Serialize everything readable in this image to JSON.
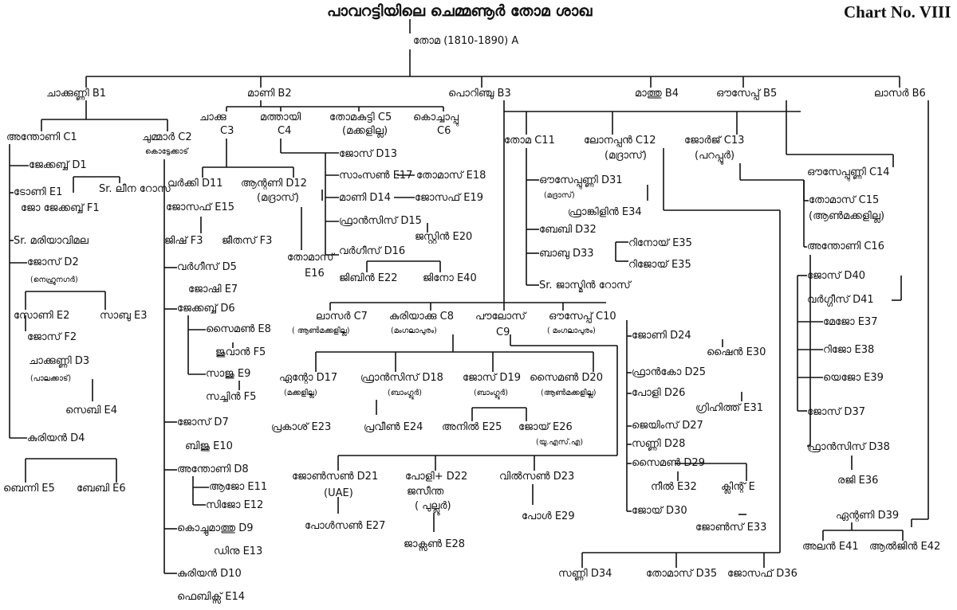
{
  "title": "പാവറട്ടിയിലെ ചെമ്മണൂർ തോമ ശാഖ",
  "chart_number": "Chart No. VIII",
  "nodes": {
    "root": "തോമ (1810-1890) A",
    "b1": "ചാക്കുണ്ണി B1",
    "b2": "മാണി B2",
    "b3": "പൊറിഞ്ചു B3",
    "b4": "മാത്തു B4",
    "b5": "ഔസേപ്പ് B5",
    "b6": "ലാസർ B6",
    "c1": "അന്തോണി C1",
    "c2": "ചുമ്മാർ C2",
    "c2_note": "കൊട്ടേക്കാട്",
    "c3a": "ചാക്കു",
    "c3b": "C3",
    "c4a": "മത്തായി",
    "c4b": "C4",
    "c5": "തോമകുട്ടി C5",
    "c5_note": "(മക്കളില്ല)",
    "c6a": "കൊച്ചാപ്പു",
    "c6b": "C6",
    "c11": "തോമ C11",
    "c12": "ലോനപ്പൻ C12",
    "c12_note": "(മദ്രാസ്)",
    "c13": "ജോർജ് C13",
    "c13_note": "(പറപ്പൂർ)",
    "d1": "ജേക്കബ്ബ് D1",
    "e1": "ടോണി E1",
    "e1b": "Sr. ലീന റോസ്",
    "f1": "ജോ ജേക്കബ്ബ് F1",
    "sr_mariya": "Sr. മരിയാവിമല",
    "d2": "ജോസ് D2",
    "d2_note": "(നെഹ്രുനഗർ)",
    "e2": "സോണി E2",
    "e3": "സാബു E3",
    "f2": "ജോസ് F2",
    "d3": "ചാക്കുണ്ണി D3",
    "d3_note": "(പാലക്കാട്)",
    "e4": "സെബി E4",
    "d4": "കുരിയൻ D4",
    "e5": "ബെന്നി E5",
    "e6": "ബേബി E6",
    "d11": "വർക്കി D11",
    "d12": "ആന്റണി D12",
    "d12_note": "(മദ്രാസ്)",
    "e15": "ജോസഫ് E15",
    "f3a": "ജിഷ് F3",
    "f3b": "ജീതസ് F3",
    "e16a": "തോമാസ്",
    "e16b": "E16",
    "d5": "വർഗീസ് D5",
    "e7": "ജോഷി E7",
    "d6": "ജേക്കബ്ബ് D6",
    "e8": "സൈമൺ E8",
    "f5a": "ജുവാൻ F5",
    "e9": "സാജു E9",
    "f5b": "സച്ചിൻ F5",
    "d7": "ജോസ് D7",
    "e10": "ബിജു E10",
    "d8": "അന്തോണി D8",
    "e11": "ആജോ E11",
    "e12": "സിജോ E12",
    "d9": "കൊച്ചുമാത്തു D9",
    "e13": "ഡിനു E13",
    "d10": "കുരിയൻ D10",
    "e14": "ഫെബിക്സ് E14",
    "d13": "ജോസ് D13",
    "e17": "സാംസൺ E17",
    "e18": "തോമാസ് E18",
    "d14": "മാണി D14",
    "e19": "ജോസഫ് E19",
    "d15": "ഫ്രാൻസിസ് D15",
    "e20": "ജസ്റ്റിൻ E20",
    "d16": "വർഗീസ് D16",
    "e22": "ജിബിൻ E22",
    "e40": "ജിനോ E40",
    "c7": "ലാസർ C7",
    "c7_note": "( ആൺമക്കളില്ല)",
    "c8": "കുരിയാക്കു C8",
    "c8_note": "(മംഗലാപുരം)",
    "c9a": "പൗലോസ്",
    "c9b": "C9",
    "c10": "ഔസേപ്പ് C10",
    "c10_note": "( മംഗലാപുരം)",
    "d17": "ഏന്റോ D17",
    "d17_note": "(മക്കളില്ല)",
    "d18": "ഫ്രാൻസിസ് D18",
    "d18_note": "(ബാംഗ്ലൂർ)",
    "d19": "ജോസ് D19",
    "d19_note": "(ബാംഗ്ലൂർ)",
    "d20": "സൈമൺ D20",
    "d20_note": "(ആൺമക്കളില്ല)",
    "e23": "പ്രകാശ് E23",
    "e24": "പ്രവീൺ E24",
    "e25": "അനിൽ E25",
    "e26": "ജോയ് E26",
    "e26_note": "(യു.എസ്.എ)",
    "d21": "ജോൺസൺ D21",
    "d21_note": "(UAE)",
    "d22": "പോളി+ D22",
    "d22_b": "ജസീന്ത",
    "d22_note": "( പുല്ലൂർ)",
    "d23": "വിൽസൺ D23",
    "e27": "പോൾസൺ E27",
    "e28": "ജാക്സൺ E28",
    "e29": "പോൾ E29",
    "d31": "ഔസേപ്പുണ്ണി D31",
    "d31_note": "(മദ്രാസ്)",
    "e34": "ഫ്രാങ്കിളിൻ E34",
    "d32": "ബേബി D32",
    "d33": "ബാബു D33",
    "e35a": "റിനോയ് E35",
    "e35b": "റിജോയ് E35",
    "sr_jasmin": "Sr. ജാസ്മിൻ റോസ്",
    "c14": "ഔസേപ്പുണ്ണി C14",
    "c15": "തോമാസ് C15",
    "c15_note": "(ആൺമക്കളില്ല)",
    "c16": "അന്തോണി C16",
    "d40": "ജോസ് D40",
    "d41": "വർഗ്ഗീസ് D41",
    "e37": "മേജോ E37",
    "e38": "റിജോ E38",
    "e39": "യെജോ E39",
    "d37": "ജോസ് D37",
    "d38": "ഫ്രാൻസിസ് D38",
    "e36": "രജി E36",
    "d39": "ഏന്റണി D39",
    "e41": "അലൻ E41",
    "e42": "ആൽജിൻ E42",
    "d24": "ജോണി D24",
    "e30": "ഷൈൻ E30",
    "d25": "ഫ്രാൻകോ D25",
    "d26": "പോളി D26",
    "e31": "ഗ്രിഹിത്ത് E31",
    "d27": "ജെയിംസ് D27",
    "d28": "സണ്ണി D28",
    "d29": "സൈമൺ D29",
    "e32": "നീൽ E32",
    "e_klint": "ക്ലിന്റ് E",
    "d30": "ജോയ് D30",
    "e33": "ജോൺസ് E33",
    "d34": "സണ്ണി D34",
    "d35": "തോമാസ് D35",
    "d36": "ജോസഫ് D36"
  }
}
